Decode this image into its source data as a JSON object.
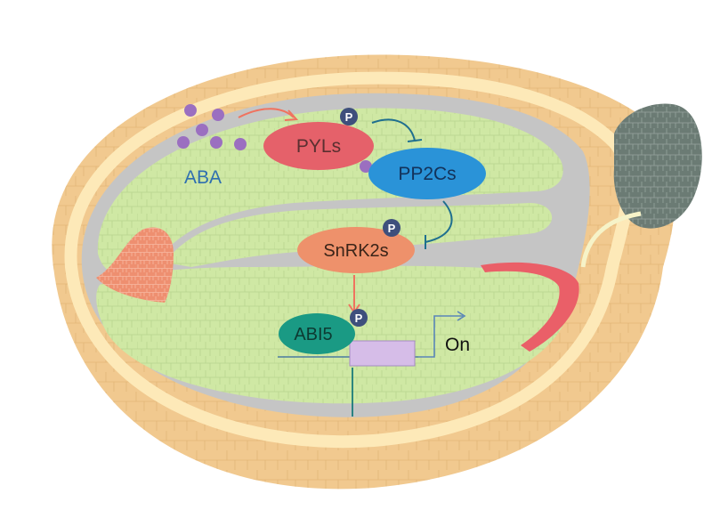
{
  "diagram": {
    "ligand_label": "ABA",
    "nodes": {
      "receptor": "PYLs",
      "phosphatase": "PP2Cs",
      "kinase": "SnRK2s",
      "transcription_factor": "ABI5"
    },
    "phospho_mark": "P",
    "output_label": "On"
  },
  "colors": {
    "seed_coat": "#f1c98f",
    "endosperm_layer": "#fde9b8",
    "embryo": "#cfe8a4",
    "cavity": "#c5c5c5",
    "aba": "#9b6fc0",
    "pyls": "#e5616a",
    "pp2cs": "#2a93d8",
    "snrk2s": "#ee916b",
    "abi5": "#1a9a84",
    "phospho": "#3e4f7c",
    "promoter_box": "#d6bde8",
    "inhibit_line": "#1f6f8f",
    "activate_arrow": "#f0735f",
    "micropyle_cap": "#6b7b74",
    "radicle_tip": "#ea5f68",
    "cotyledon_patch": "#ee8f70"
  }
}
